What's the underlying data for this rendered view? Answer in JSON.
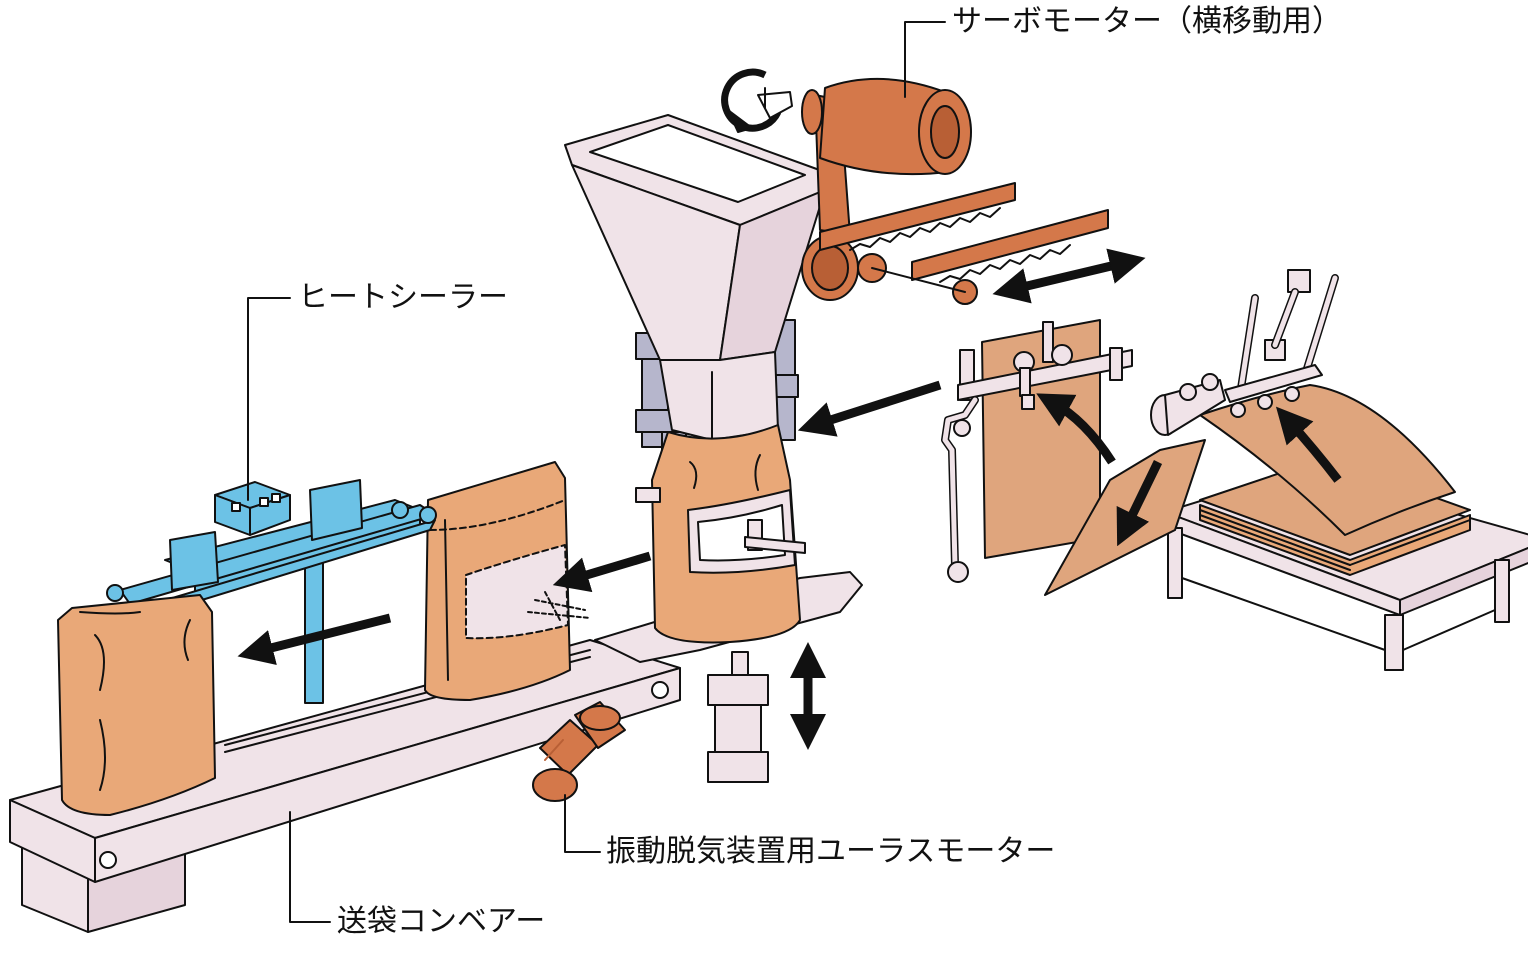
{
  "labels": {
    "servo_motor": "サーボモーター（横移動用）",
    "heat_sealer": "ヒートシーラー",
    "vibration_motor": "振動脱気装置用ユーラスモーター",
    "bag_conveyor": "送袋コンベアー"
  },
  "colors": {
    "copper": "#d4784a",
    "copper_dark": "#b85f35",
    "bag": "#e9a878",
    "bag_sheet": "#dfa57d",
    "machine": "#f0e3e8",
    "steel": "#b6b6cc",
    "sealer": "#6cc2e6",
    "outline": "#111111"
  },
  "icons": {
    "rotation": "rotation-arrow-icon",
    "motion": "motion-arrow-icon"
  }
}
